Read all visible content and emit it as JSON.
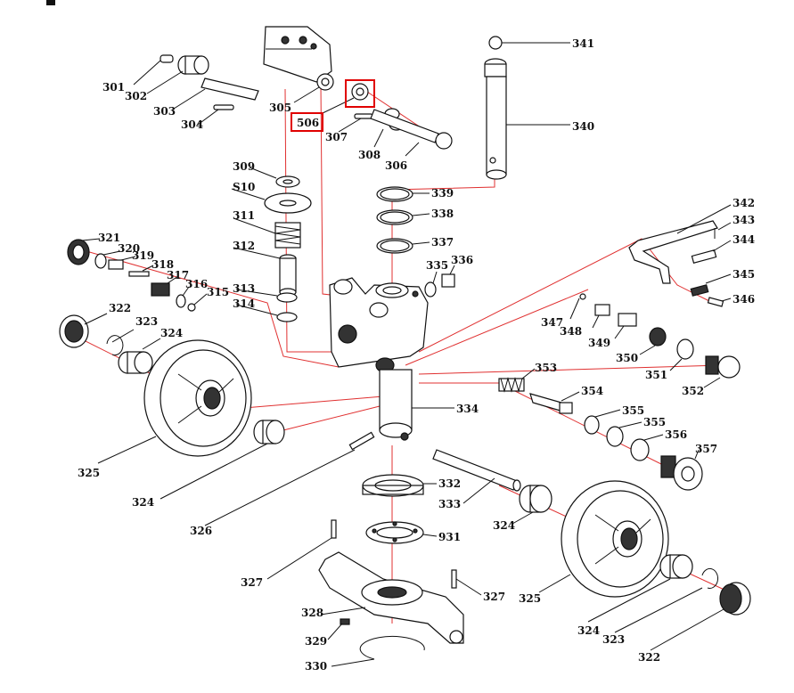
{
  "diagram": {
    "labels": {
      "p301": "301",
      "p302": "302",
      "p303": "303",
      "p304": "304",
      "p305": "305",
      "p306": "306",
      "p307": "307",
      "p308": "308",
      "p309": "309",
      "p310": "S10",
      "p311": "311",
      "p312": "312",
      "p313": "313",
      "p314": "314",
      "p315": "315",
      "p316": "316",
      "p317": "317",
      "p318": "318",
      "p319": "319",
      "p320": "320",
      "p321": "321",
      "p322a": "322",
      "p322b": "322",
      "p323a": "323",
      "p323b": "323",
      "p324a": "324",
      "p324b": "324",
      "p324c": "324",
      "p324d": "324",
      "p325a": "325",
      "p325b": "325",
      "p326": "326",
      "p327a": "327",
      "p327b": "327",
      "p328": "328",
      "p329": "329",
      "p330": "330",
      "p331": "931",
      "p332": "332",
      "p333": "333",
      "p334": "334",
      "p335": "335",
      "p336": "336",
      "p337": "337",
      "p338": "338",
      "p339": "339",
      "p340": "340",
      "p341": "341",
      "p342": "342",
      "p343": "343",
      "p344": "344",
      "p345": "345",
      "p346": "346",
      "p347": "347",
      "p348": "348",
      "p349": "349",
      "p350": "350",
      "p351": "351",
      "p352": "352",
      "p353": "353",
      "p354": "354",
      "p355a": "355",
      "p355b": "355",
      "p356": "356",
      "p357": "357",
      "highlight506": "506"
    },
    "highlight_color": "#e00000"
  }
}
